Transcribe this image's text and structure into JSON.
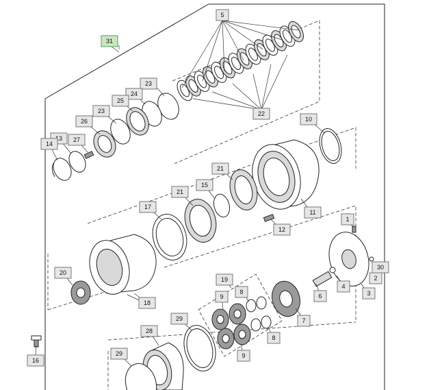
{
  "diagram": {
    "callouts": [
      {
        "id": "c31",
        "label": "31",
        "highlight": true
      },
      {
        "id": "c5",
        "label": "5"
      },
      {
        "id": "c22",
        "label": "22"
      },
      {
        "id": "c23a",
        "label": "23"
      },
      {
        "id": "c24",
        "label": "24"
      },
      {
        "id": "c25",
        "label": "25"
      },
      {
        "id": "c23b",
        "label": "23"
      },
      {
        "id": "c26",
        "label": "26"
      },
      {
        "id": "c27",
        "label": "27"
      },
      {
        "id": "c13",
        "label": "13"
      },
      {
        "id": "c14",
        "label": "14"
      },
      {
        "id": "c10",
        "label": "10"
      },
      {
        "id": "c21a",
        "label": "21"
      },
      {
        "id": "c21b",
        "label": "21"
      },
      {
        "id": "c15",
        "label": "15"
      },
      {
        "id": "c17",
        "label": "17"
      },
      {
        "id": "c11",
        "label": "11"
      },
      {
        "id": "c12",
        "label": "12"
      },
      {
        "id": "c1",
        "label": "1"
      },
      {
        "id": "c30",
        "label": "30"
      },
      {
        "id": "c2",
        "label": "2"
      },
      {
        "id": "c4",
        "label": "4"
      },
      {
        "id": "c3",
        "label": "3"
      },
      {
        "id": "c6",
        "label": "6"
      },
      {
        "id": "c7",
        "label": "7"
      },
      {
        "id": "c20",
        "label": "20"
      },
      {
        "id": "c18",
        "label": "18"
      },
      {
        "id": "c19",
        "label": "19"
      },
      {
        "id": "c9a",
        "label": "9"
      },
      {
        "id": "c8a",
        "label": "8"
      },
      {
        "id": "c8b",
        "label": "8"
      },
      {
        "id": "c9b",
        "label": "9"
      },
      {
        "id": "c29a",
        "label": "29"
      },
      {
        "id": "c28",
        "label": "28"
      },
      {
        "id": "c29b",
        "label": "29"
      },
      {
        "id": "c16",
        "label": "16"
      }
    ]
  }
}
